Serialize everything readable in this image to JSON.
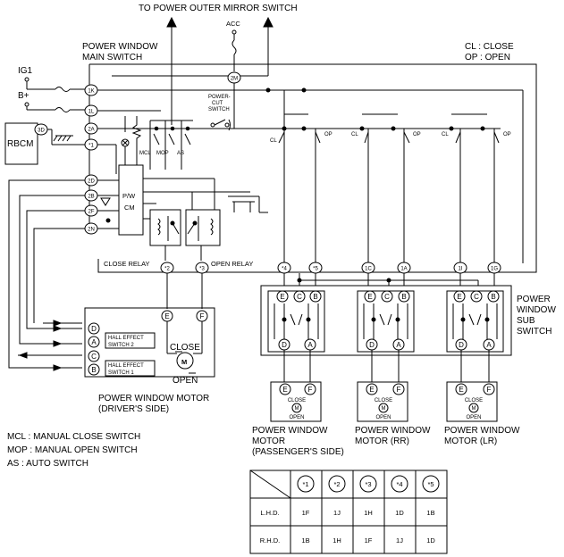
{
  "labels": {
    "top_header": "TO POWER OUTER MIRROR SWITCH",
    "acc": "ACC",
    "main_switch": [
      "POWER WINDOW",
      "MAIN SWITCH"
    ],
    "legend_cl": "CL : CLOSE",
    "legend_op": "OP : OPEN",
    "ig1": "IG1",
    "bplus": "B+",
    "rbcm": "RBCM",
    "power_cut_switch": [
      "POWER-",
      "CUT",
      "SWITCH"
    ],
    "mcl": "MCL",
    "mop": "MOP",
    "as": "AS",
    "pwcm": [
      "P/W",
      "CM"
    ],
    "close_relay": "CLOSE RELAY",
    "open_relay": "OPEN RELAY",
    "hall2": [
      "HALL EFFECT",
      "SWITCH 2"
    ],
    "hall1": [
      "HALL EFFECT",
      "SWITCH 1"
    ],
    "close": "CLOSE",
    "open": "OPEN",
    "motor_m": "M",
    "driver_motor": [
      "POWER WINDOW MOTOR",
      "(DRIVER'S SIDE)"
    ],
    "sub_switch": [
      "POWER",
      "WINDOW",
      "SUB",
      "SWITCH"
    ],
    "motor_pass": [
      "POWER WINDOW",
      "MOTOR",
      "(PASSENGER'S SIDE)"
    ],
    "motor_rr": [
      "POWER WINDOW",
      "MOTOR (RR)"
    ],
    "motor_lr": [
      "POWER WINDOW",
      "MOTOR (LR)"
    ],
    "small_close": "CLOSE",
    "small_open": "OPEN",
    "small_m": "M",
    "cl": "CL",
    "op": "OP"
  },
  "connectors": {
    "c2M": "2M",
    "c1K": "1K",
    "c1L": "1L",
    "c2A": "2A",
    "c3D": "3D",
    "cS1": "*1",
    "c2D": "2D",
    "c2B": "2B",
    "c2F": "2F",
    "c2N": "2N",
    "cS2": "*2",
    "cS3": "*3",
    "cS4": "*4",
    "cS5": "*5",
    "c1C": "1C",
    "c1A": "1A",
    "c1I": "1I",
    "c1G": "1G"
  },
  "pins": {
    "E": "E",
    "F": "F",
    "C": "C",
    "B": "B",
    "D": "D",
    "A": "A"
  },
  "notes": [
    "MCL : MANUAL CLOSE SWITCH",
    "MOP : MANUAL OPEN SWITCH",
    "AS   : AUTO SWITCH"
  ],
  "table": {
    "headers": [
      "*1",
      "*2",
      "*3",
      "*4",
      "*5"
    ],
    "rows": [
      {
        "label": "L.H.D.",
        "values": [
          "1F",
          "1J",
          "1H",
          "1D",
          "1B"
        ]
      },
      {
        "label": "R.H.D.",
        "values": [
          "1B",
          "1H",
          "1F",
          "1J",
          "1D"
        ]
      }
    ]
  }
}
